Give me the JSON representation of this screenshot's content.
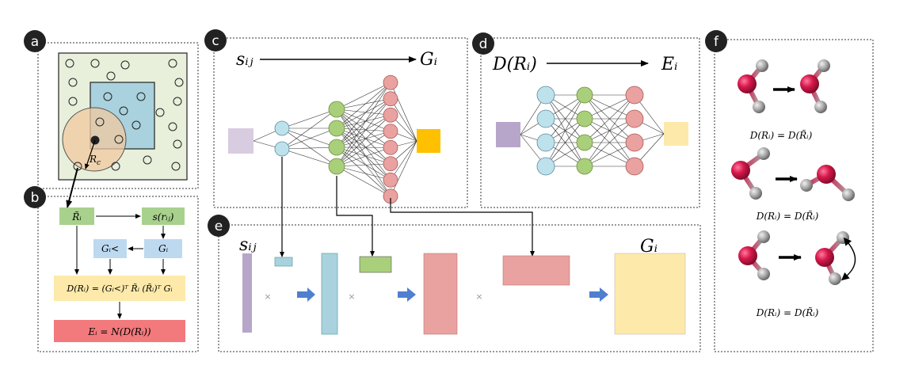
{
  "panels": {
    "a": {
      "label": "a",
      "cutoff_label": "R_c"
    },
    "b": {
      "label": "b",
      "r_tilde": "R̃ᵢ",
      "s_rij": "s(rᵢⱼ)",
      "g_less": "Gᵢ<",
      "g_i": "Gᵢ",
      "descriptor_eq": "D(Rᵢ) = (Gᵢ<)ᵀ R̃ᵢ (R̃ᵢ)ᵀ Gᵢ",
      "energy_eq": "Eᵢ = N(D(Rᵢ))"
    },
    "c": {
      "label": "c",
      "input": "sᵢⱼ",
      "output": "Gᵢ"
    },
    "d": {
      "label": "d",
      "input": "D(Rᵢ)",
      "output": "Eᵢ"
    },
    "e": {
      "label": "e",
      "input": "sᵢⱼ",
      "output": "Gᵢ",
      "times": "×"
    },
    "f": {
      "label": "f",
      "eq1": "D(Rᵢ) = D(R̃ᵢ)",
      "eq2": "D(Rᵢ) = D(R̃ᵢ)",
      "eq3": "D(Rᵢ) = D(R̃ᵢ)"
    }
  },
  "colors": {
    "panel_a_bg": "#e8f0dc",
    "blue_box": "#a9d2de",
    "cutoff_circle": "#f2c9a0",
    "green": "#a9d18e",
    "light_blue": "#bcd9f0",
    "yellow": "#fde9a9",
    "red": "#f2797c",
    "input_purple": "#b7a6c9",
    "output_orange": "#ffc000",
    "output_yellow": "#fde9a9",
    "node_blue": "#bde2ec",
    "node_green": "#a9cf7a",
    "node_red": "#e9a29f",
    "arrow_blue": "#4f7fcf",
    "oxygen": "#d6184a",
    "hydrogen": "#a6a6a6"
  }
}
